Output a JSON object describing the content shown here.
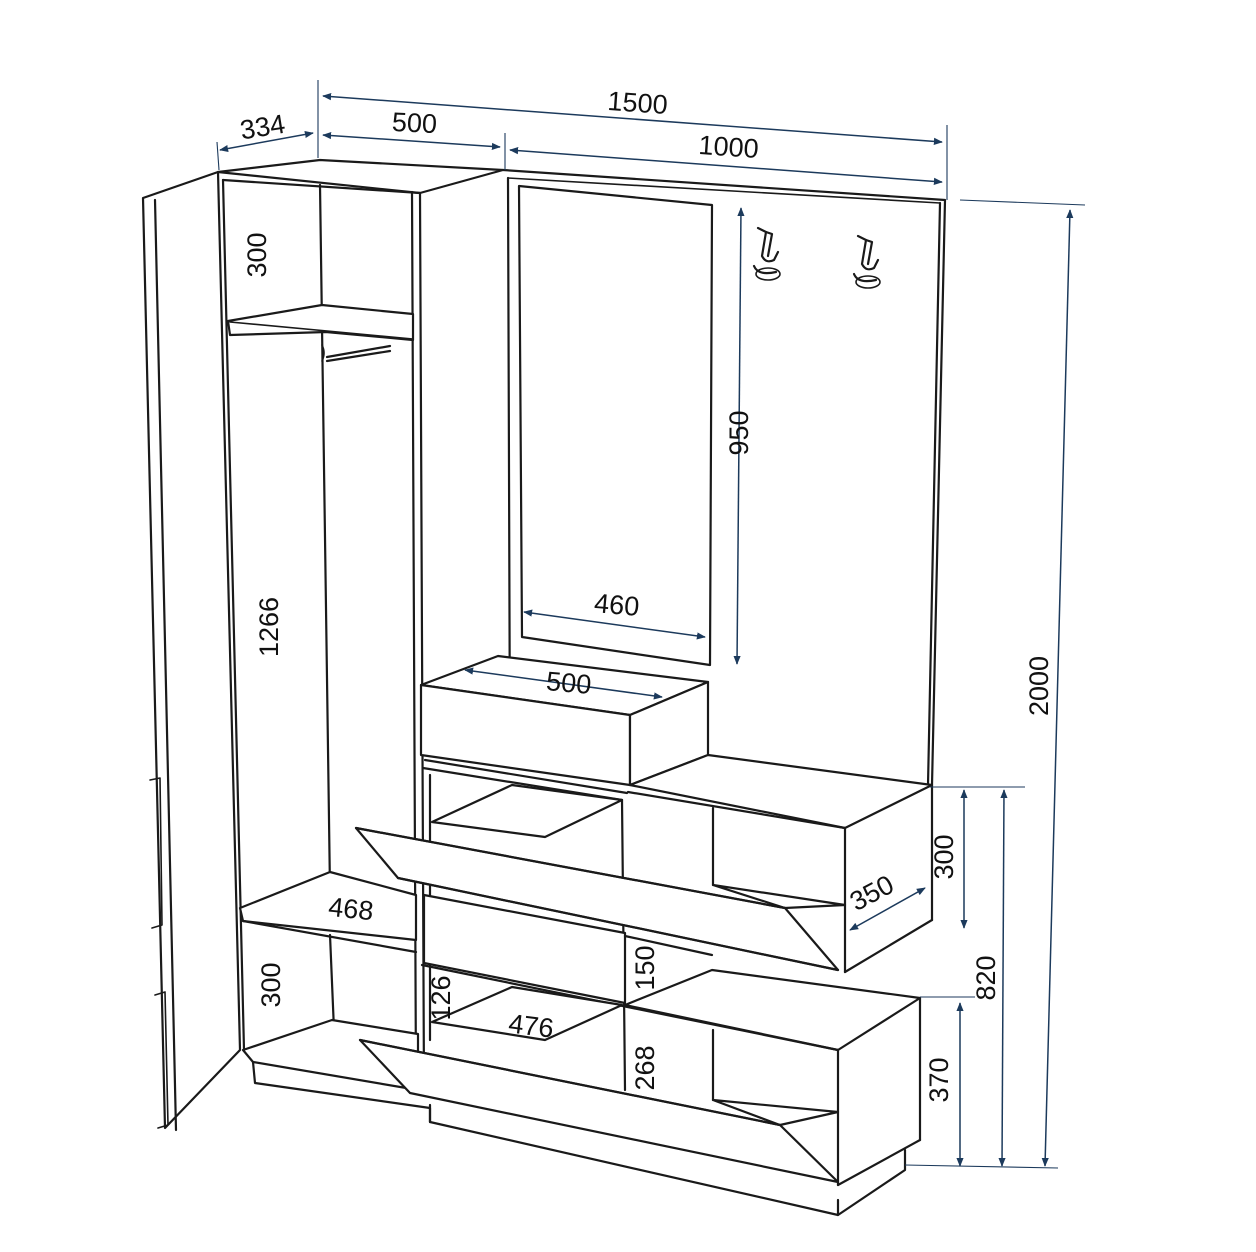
{
  "colors": {
    "line": "#1a1a1a",
    "dimension": "#1c3a5c",
    "background": "#ffffff"
  },
  "dimensions": {
    "overall_width": "1500",
    "wardrobe_depth": "334",
    "wardrobe_width": "500",
    "panel_width": "1000",
    "overall_height": "2000",
    "mirror_height": "950",
    "mirror_width": "460",
    "drawer_width": "500",
    "top_compartment_height": "300",
    "hanging_height": "1266",
    "lower_shelf_depth": "468",
    "lower_compartment_height": "300",
    "drawer_front_height": "126",
    "shoe_inner_width": "476",
    "upper_drawer_height": "150",
    "shoe_inner_height": "268",
    "bench_depth": "350",
    "bench_upper_height": "300",
    "bench_height": "820",
    "bench_lower_height": "370"
  },
  "icons": [
    "coat-hook-icon",
    "hanger-rail-icon"
  ]
}
